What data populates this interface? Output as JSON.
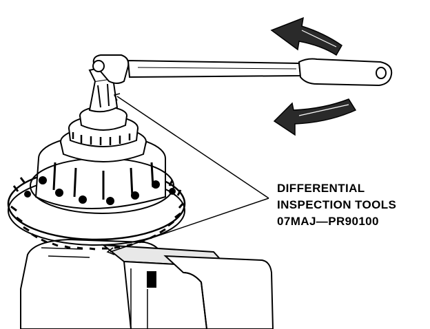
{
  "callout": {
    "line1": "DIFFERENTIAL",
    "line2": "INSPECTION TOOLS",
    "line3": "07MAJ—PR90100"
  },
  "colors": {
    "ink": "#000000",
    "paper": "#ffffff",
    "arrow_fill": "#2a2a2a"
  },
  "parts": {
    "handle": "torque-wrench",
    "upper_arrow": "rotation-arrow-left",
    "lower_arrow": "rotation-arrow-left",
    "assembly": "differential-ring-gear",
    "base": "bench-vise"
  }
}
